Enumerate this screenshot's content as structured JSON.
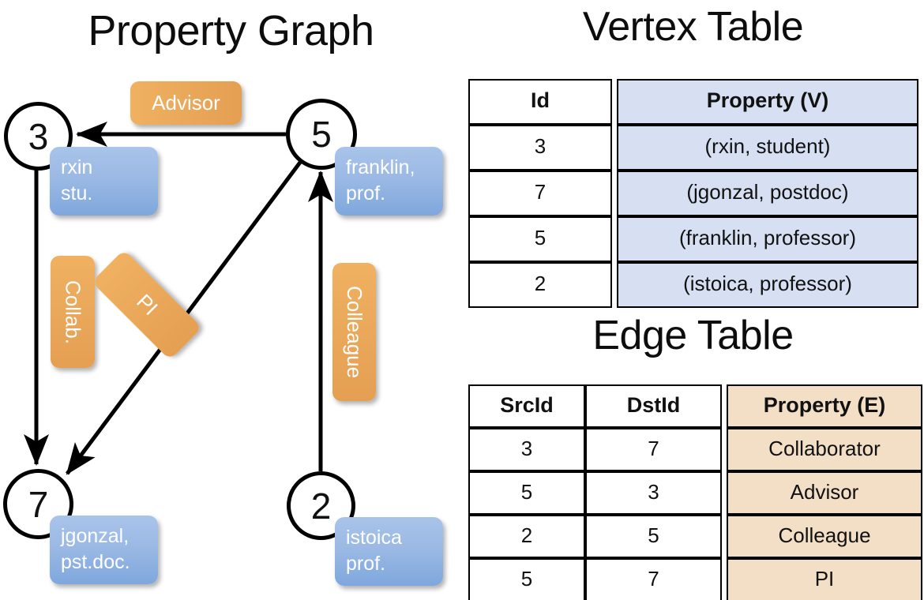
{
  "titles": {
    "graph": "Property Graph",
    "vertex_table": "Vertex Table",
    "edge_table": "Edge Table"
  },
  "graph": {
    "nodes": [
      {
        "id": "3",
        "property_line1": "rxin",
        "property_line2": "stu."
      },
      {
        "id": "5",
        "property_line1": "franklin,",
        "property_line2": "prof."
      },
      {
        "id": "7",
        "property_line1": "jgonzal,",
        "property_line2": "pst.doc."
      },
      {
        "id": "2",
        "property_line1": "istoica",
        "property_line2": "prof."
      }
    ],
    "edge_labels": [
      {
        "name": "advisor-label",
        "text": "Advisor"
      },
      {
        "name": "collab-label",
        "text": "Collab."
      },
      {
        "name": "pi-label",
        "text": "PI"
      },
      {
        "name": "colleague-label",
        "text": "Colleague"
      }
    ],
    "edges": [
      {
        "from": "5",
        "to": "3",
        "label": "Advisor"
      },
      {
        "from": "3",
        "to": "7",
        "label": "Collab."
      },
      {
        "from": "5",
        "to": "7",
        "label": "PI"
      },
      {
        "from": "2",
        "to": "5",
        "label": "Colleague"
      }
    ]
  },
  "vertex_table": {
    "headers": [
      "Id",
      "Property (V)"
    ],
    "rows": [
      [
        "3",
        "(rxin, student)"
      ],
      [
        "7",
        "(jgonzal, postdoc)"
      ],
      [
        "5",
        "(franklin, professor)"
      ],
      [
        "2",
        "(istoica, professor)"
      ]
    ]
  },
  "edge_table": {
    "headers": [
      "SrcId",
      "DstId",
      "Property (E)"
    ],
    "rows": [
      [
        "3",
        "7",
        "Collaborator"
      ],
      [
        "5",
        "3",
        "Advisor"
      ],
      [
        "2",
        "5",
        "Colleague"
      ],
      [
        "5",
        "7",
        "PI"
      ]
    ]
  },
  "colors": {
    "vertex_fill": "#d6e0f2",
    "edge_fill": "#f3dec6",
    "node_property_box": "#9bb9e4",
    "edge_label_box": "#eaa85a",
    "stroke": "#000000",
    "background": "#ffffff"
  }
}
